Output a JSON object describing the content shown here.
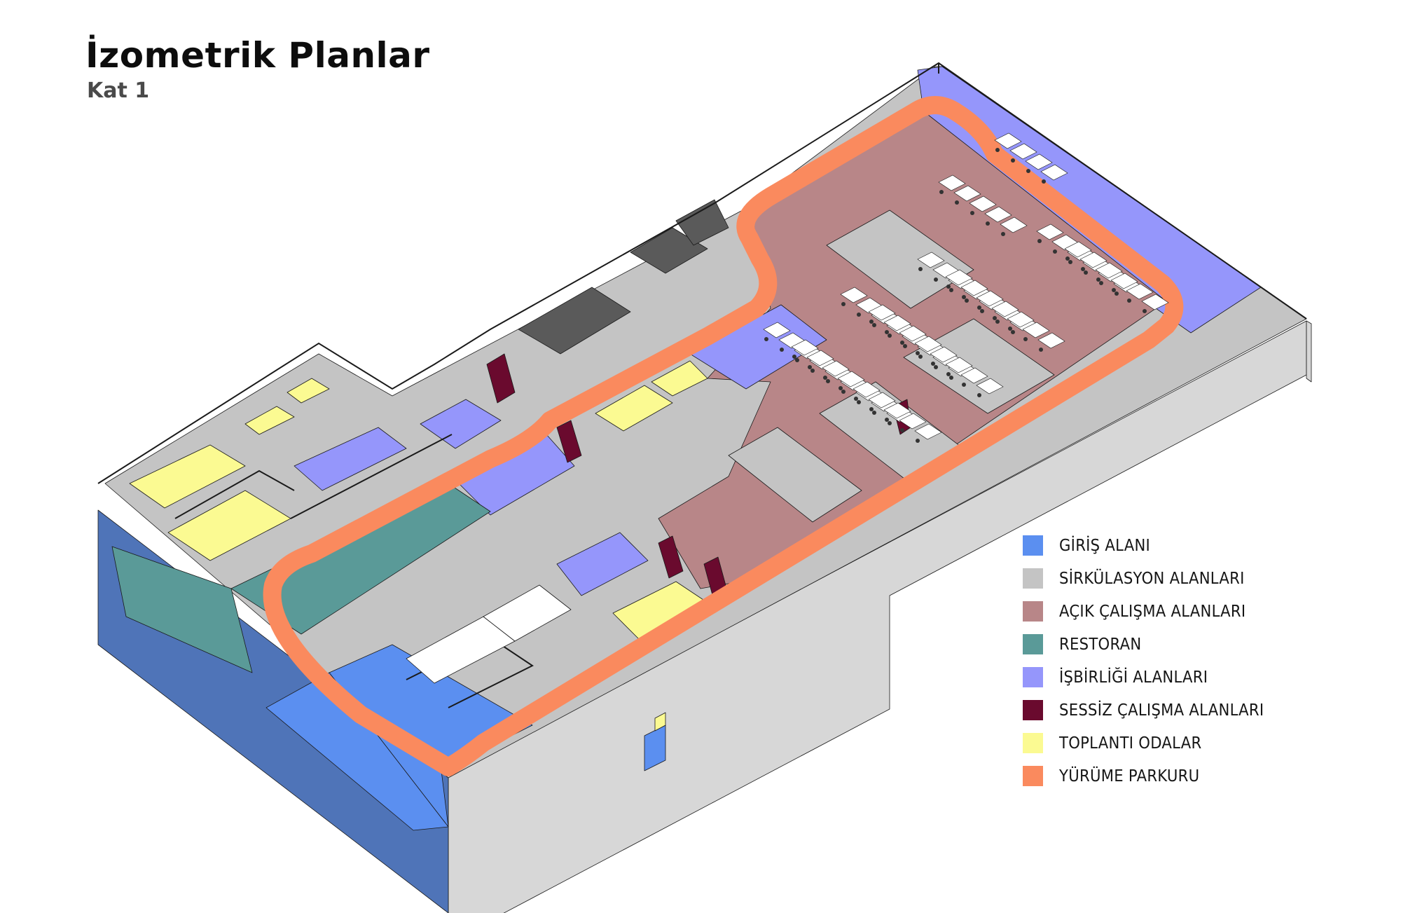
{
  "header": {
    "title": "İzometrik Planlar",
    "subtitle": "Kat 1"
  },
  "legend": {
    "items": [
      {
        "key": "giris",
        "label": "GİRİŞ ALANI",
        "color": "#5b8ff0"
      },
      {
        "key": "sirkulasyon",
        "label": "SİRKÜLASYON ALANLARI",
        "color": "#c4c4c4"
      },
      {
        "key": "acik_calisma",
        "label": "AÇIK ÇALIŞMA ALANLARI",
        "color": "#b88688"
      },
      {
        "key": "restoran",
        "label": "RESTORAN",
        "color": "#5a9a98"
      },
      {
        "key": "isbirligi",
        "label": "İŞBİRLİĞİ ALANLARI",
        "color": "#9596fb"
      },
      {
        "key": "sessiz_calisma",
        "label": "SESSİZ ÇALIŞMA ALANLARI",
        "color": "#6a0a2e"
      },
      {
        "key": "toplanti",
        "label": "TOPLANTI ODALAR",
        "color": "#fbfa92"
      },
      {
        "key": "yurume",
        "label": "YÜRÜME PARKURU",
        "color": "#fa8a5e"
      }
    ]
  },
  "colors": {
    "wall_top": "#e6e6e6",
    "wall_side": "#d7d7d7",
    "wall_dark": "#bdbdbd",
    "outline": "#1a1a1a",
    "glass": "#4f74b8",
    "desk": "#ffffff",
    "service": "#5a5a5a",
    "accent_green": "#d8f3dc"
  }
}
